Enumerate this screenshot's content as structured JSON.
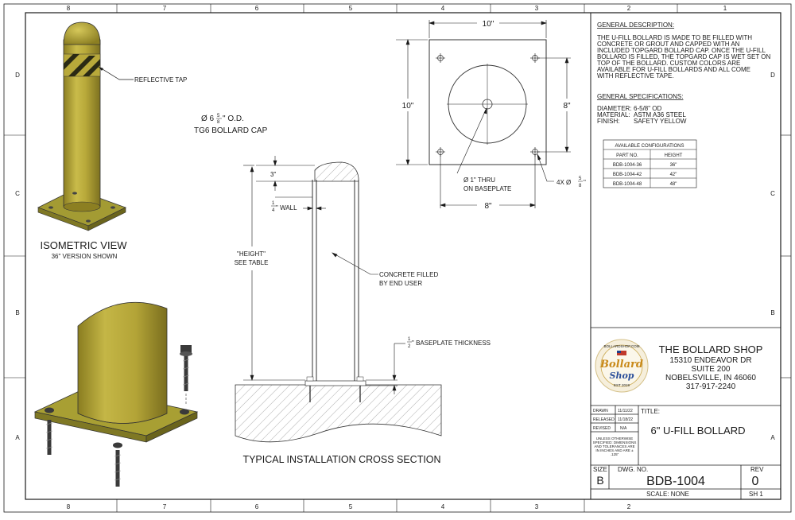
{
  "zones": {
    "columns": [
      "8",
      "7",
      "6",
      "5",
      "4",
      "3",
      "2",
      "1"
    ],
    "rows": [
      "D",
      "C",
      "B",
      "A"
    ]
  },
  "colors": {
    "bollard_yellow": "#b8a93a",
    "bollard_shadow": "#8c7f22",
    "base_plate": "#9c9530",
    "concrete_hatch": "#666666",
    "reflective_tape": "#2a2a14"
  },
  "isometric": {
    "callout_reflective": "REFLECTIVE TAP",
    "title": "ISOMETRIC VIEW",
    "subtitle": "36\" VERSION SHOWN"
  },
  "section": {
    "cap_dia_prefix": "Ø 6",
    "cap_dia_num": "5",
    "cap_dia_den": "8",
    "cap_dia_suffix": "\" O.D.",
    "cap_name": "TG6 BOLLARD CAP",
    "cap_height": "3\"",
    "wall_num": "1",
    "wall_den": "4",
    "wall_suffix": "\" WALL",
    "height_line1": "\"HEIGHT\"",
    "height_line2": "SEE TABLE",
    "concrete_line1": "CONCRETE FILLED",
    "concrete_line2": "BY END USER",
    "plate_num": "1",
    "plate_den": "2",
    "plate_suffix": "\" BASEPLATE THICKNESS",
    "title": "TYPICAL INSTALLATION CROSS SECTION"
  },
  "plan": {
    "width_top": "10\"",
    "height_left": "10\"",
    "bolt_spacing_v": "8\"",
    "bolt_spacing_h": "8\"",
    "thru_line1": "Ø 1\" THRU",
    "thru_line2": "ON BASEPLATE",
    "holes_prefix": "4X Ø",
    "holes_num": "5",
    "holes_den": "8",
    "holes_suffix": "\""
  },
  "description": {
    "heading": "GENERAL DESCRIPTION:",
    "lines": [
      "THE U-FILL BOLLARD IS MADE TO BE FILLED WITH",
      "CONCRETE OR GROUT AND CAPPED WITH AN",
      "INCLUDED TOPGARD BOLLARD CAP. ONCE THE U-FILL",
      "BOLLARD IS FILLED, THE TOPGARD CAP IS WET SET ON",
      "TOP OF THE BOLLARD. CUSTOM COLORS ARE",
      "AVAILABLE FOR U-FILL BOLLARDS AND ALL COME",
      "WITH REFLECTIVE TAPE."
    ]
  },
  "specs": {
    "heading": "GENERAL SPECIFICATIONS:",
    "rows": [
      {
        "label": "DIAMETER:",
        "value": "6-5/8\" OD"
      },
      {
        "label": "MATERIAL:",
        "value": "ASTM A36 STEEL"
      },
      {
        "label": "FINISH:",
        "value": "SAFETY YELLOW"
      }
    ]
  },
  "configs": {
    "title": "AVAILABLE CONFIGURATIONS",
    "headers": [
      "PART NO.",
      "HEIGHT"
    ],
    "rows": [
      [
        "BDB-1004-36",
        "36\""
      ],
      [
        "BDB-1004-42",
        "42\""
      ],
      [
        "BDB-1004-48",
        "48\""
      ]
    ]
  },
  "company": {
    "name": "THE BOLLARD SHOP",
    "address1": "15310 ENDEAVOR DR",
    "address2": "SUITE 200",
    "city": "NOBELSVILLE, IN 46060",
    "phone": "317-917-2240",
    "logo_top": "BOLLARDSHOP.COM",
    "logo_word1": "Bollard",
    "logo_word2": "Shop",
    "logo_est": "EST 2019"
  },
  "titleblock": {
    "drawn_label": "DRAWN",
    "drawn_date": "11/11/22",
    "released_label": "RELEASED",
    "released_date": "11/18/22",
    "revised_label": "REVISED",
    "revised_date": "N/A",
    "title_label": "TITLE:",
    "title": "6\" U-FILL BOLLARD",
    "tolerance_lines": [
      "UNLESS OTHERWISE",
      "SPECIFIED: DIMENSIONS",
      "AND TOLERANCES ARE",
      "IN INCHES AND ARE ±",
      ".125\""
    ],
    "size_label": "SIZE",
    "size": "B",
    "dwg_label": "DWG. NO.",
    "dwg": "BDB-1004",
    "rev_label": "REV",
    "rev": "0",
    "scale": "SCALE: NONE",
    "sheet": "SH 1"
  }
}
